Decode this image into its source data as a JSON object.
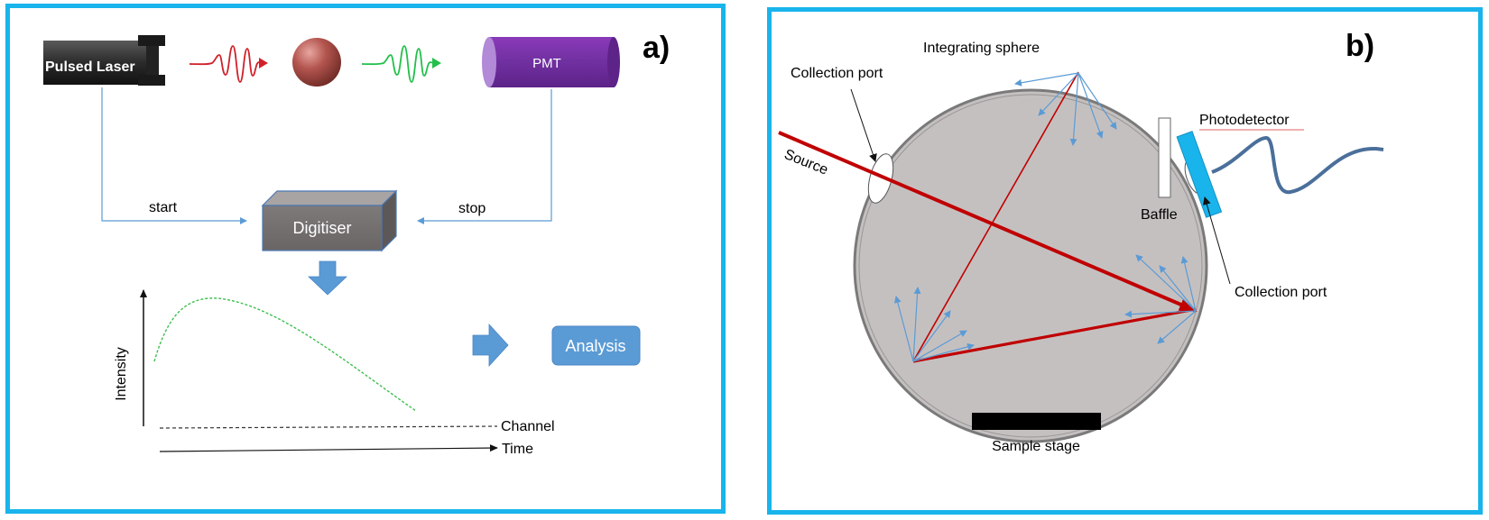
{
  "panel_a": {
    "label": "a)",
    "laser": "Pulsed Laser",
    "pmt": "PMT",
    "start": "start",
    "stop": "stop",
    "digitiser": "Digitiser",
    "analysis": "Analysis",
    "y_axis": "Intensity",
    "channel": "Channel",
    "time": "Time"
  },
  "panel_b": {
    "label": "b)",
    "integrating_sphere": "Integrating sphere",
    "collection_port_top": "Collection port",
    "source": "Source",
    "photodetector": "Photodetector",
    "baffle": "Baffle",
    "collection_port_right": "Collection port",
    "sample_stage": "Sample stage"
  },
  "colors": {
    "frame": "#19b4ec",
    "laser_pulse": "#d0212a",
    "emission_pulse": "#22c04a",
    "pmt": "#7030a0",
    "digitiser": "#767171",
    "analysis": "#5b9bd5",
    "sphere": "#c5c0c0",
    "beam": "#c00000",
    "scatter": "#5b9bd5",
    "detector": "#19b4ec"
  }
}
